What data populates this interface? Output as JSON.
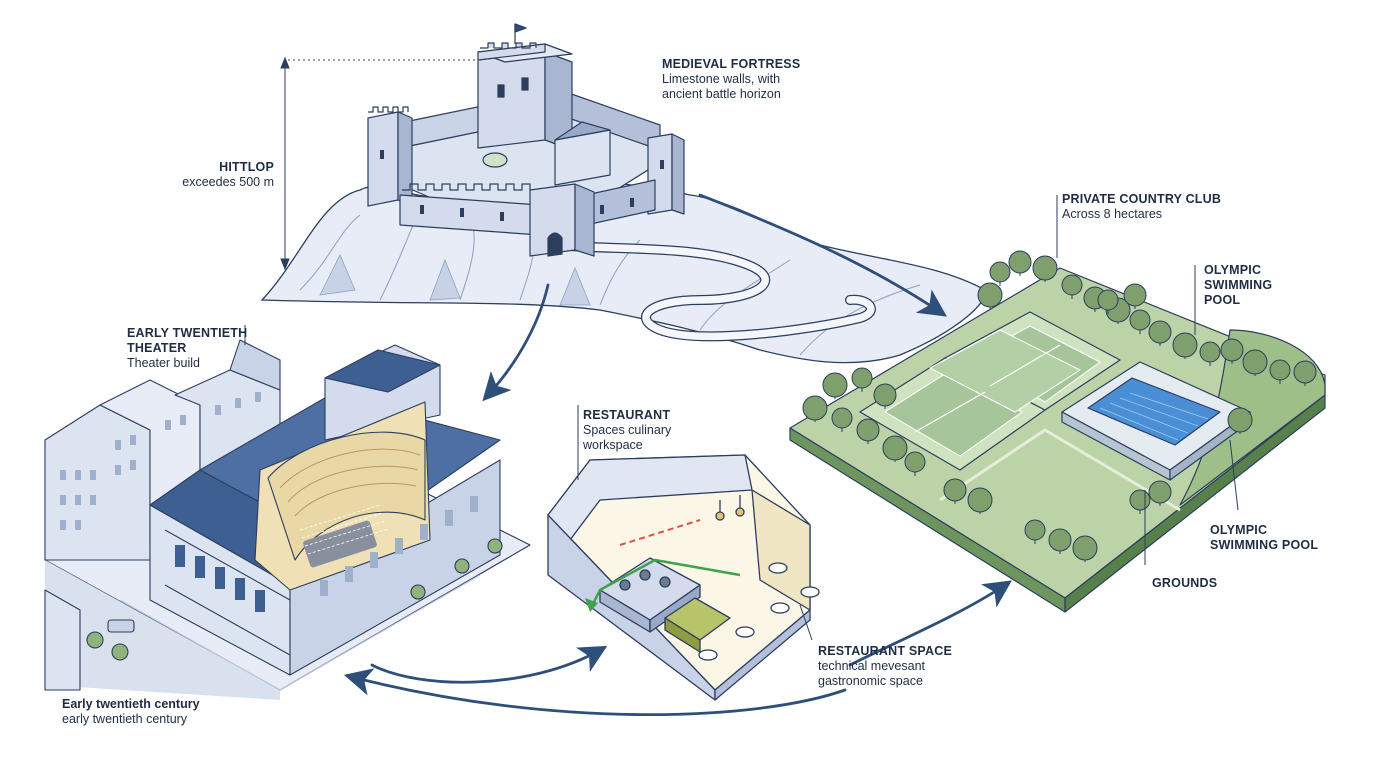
{
  "labels": {
    "fortress": {
      "title": "MEDIEVAL FORTRESS",
      "sub_1": "Limestone walls, with",
      "sub_2": "ancient battle horizon"
    },
    "hilltop": {
      "title": "HITTLOP",
      "sub": "exceedes 500 m"
    },
    "country_club": {
      "title": "PRIVATE COUNTRY CLUB",
      "sub": "Across 8 hectares"
    },
    "pool_top": {
      "line_1": "OLYMPIC",
      "line_2": "SWIMMING",
      "line_3": "POOL"
    },
    "pool_right": {
      "line_1": "OLYMPIC",
      "line_2": "SWIMMING POOL"
    },
    "grounds": {
      "title": "GROUNDS"
    },
    "theater": {
      "title_1": "EARLY TWENTIETH",
      "title_2": "THEATER",
      "sub": "Theater build"
    },
    "restaurant": {
      "title": "RESTAURANT",
      "sub_1": "Spaces culinary",
      "sub_2": "workspace"
    },
    "restaurant_space": {
      "title": "RESTAURANT SPACE",
      "sub_1": "technical mevesant",
      "sub_2": "gastronomic space"
    },
    "century": {
      "line_1": "Early twentieth century",
      "line_2": "early twentieth century"
    }
  },
  "colors": {
    "ink": "#2c3e5e",
    "arrow": "#2d4f7a",
    "stone": "#d9e0ee",
    "stone_dark": "#aab6cf",
    "snow": "#e7ecf6",
    "grass": "#bcd3a8",
    "grass_dark": "#6f955f",
    "tree": "#7fa06d",
    "water": "#4a8fd6",
    "wood": "#e9d7a6",
    "roof": "#3e5f92"
  }
}
